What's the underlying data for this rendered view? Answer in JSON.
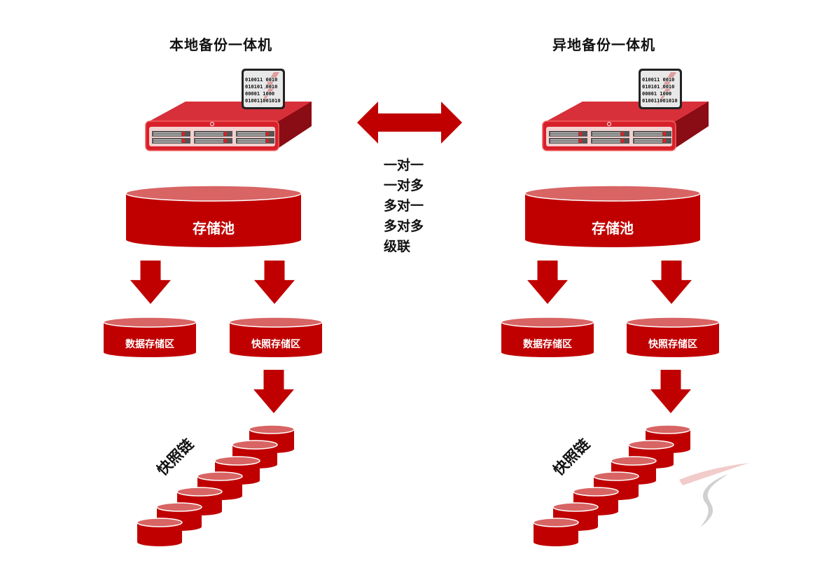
{
  "colors": {
    "primary_red": "#c00000",
    "cylinder_top": "#d86464",
    "text": "#111111",
    "server_body": "#d8202a"
  },
  "local": {
    "title": "本地备份一体机",
    "pool_label": "存储池",
    "data_zone_label": "数据存储区",
    "snapshot_zone_label": "快照存储区",
    "chain_label": "快照链",
    "chain_count": 7
  },
  "remote": {
    "title": "异地备份一体机",
    "pool_label": "存储池",
    "data_zone_label": "数据存储区",
    "snapshot_zone_label": "快照存储区",
    "chain_label": "快照链",
    "chain_count": 7
  },
  "replication": {
    "arrow_icon": "double-arrow-icon",
    "modes": [
      "一对一",
      "一对多",
      "多对一",
      "多对多",
      "级联"
    ]
  },
  "server_card": {
    "icon": "binary-data-card-icon",
    "lines": [
      "010011 0010",
      "010101 0010",
      "00001 1000",
      "010011001010"
    ]
  }
}
